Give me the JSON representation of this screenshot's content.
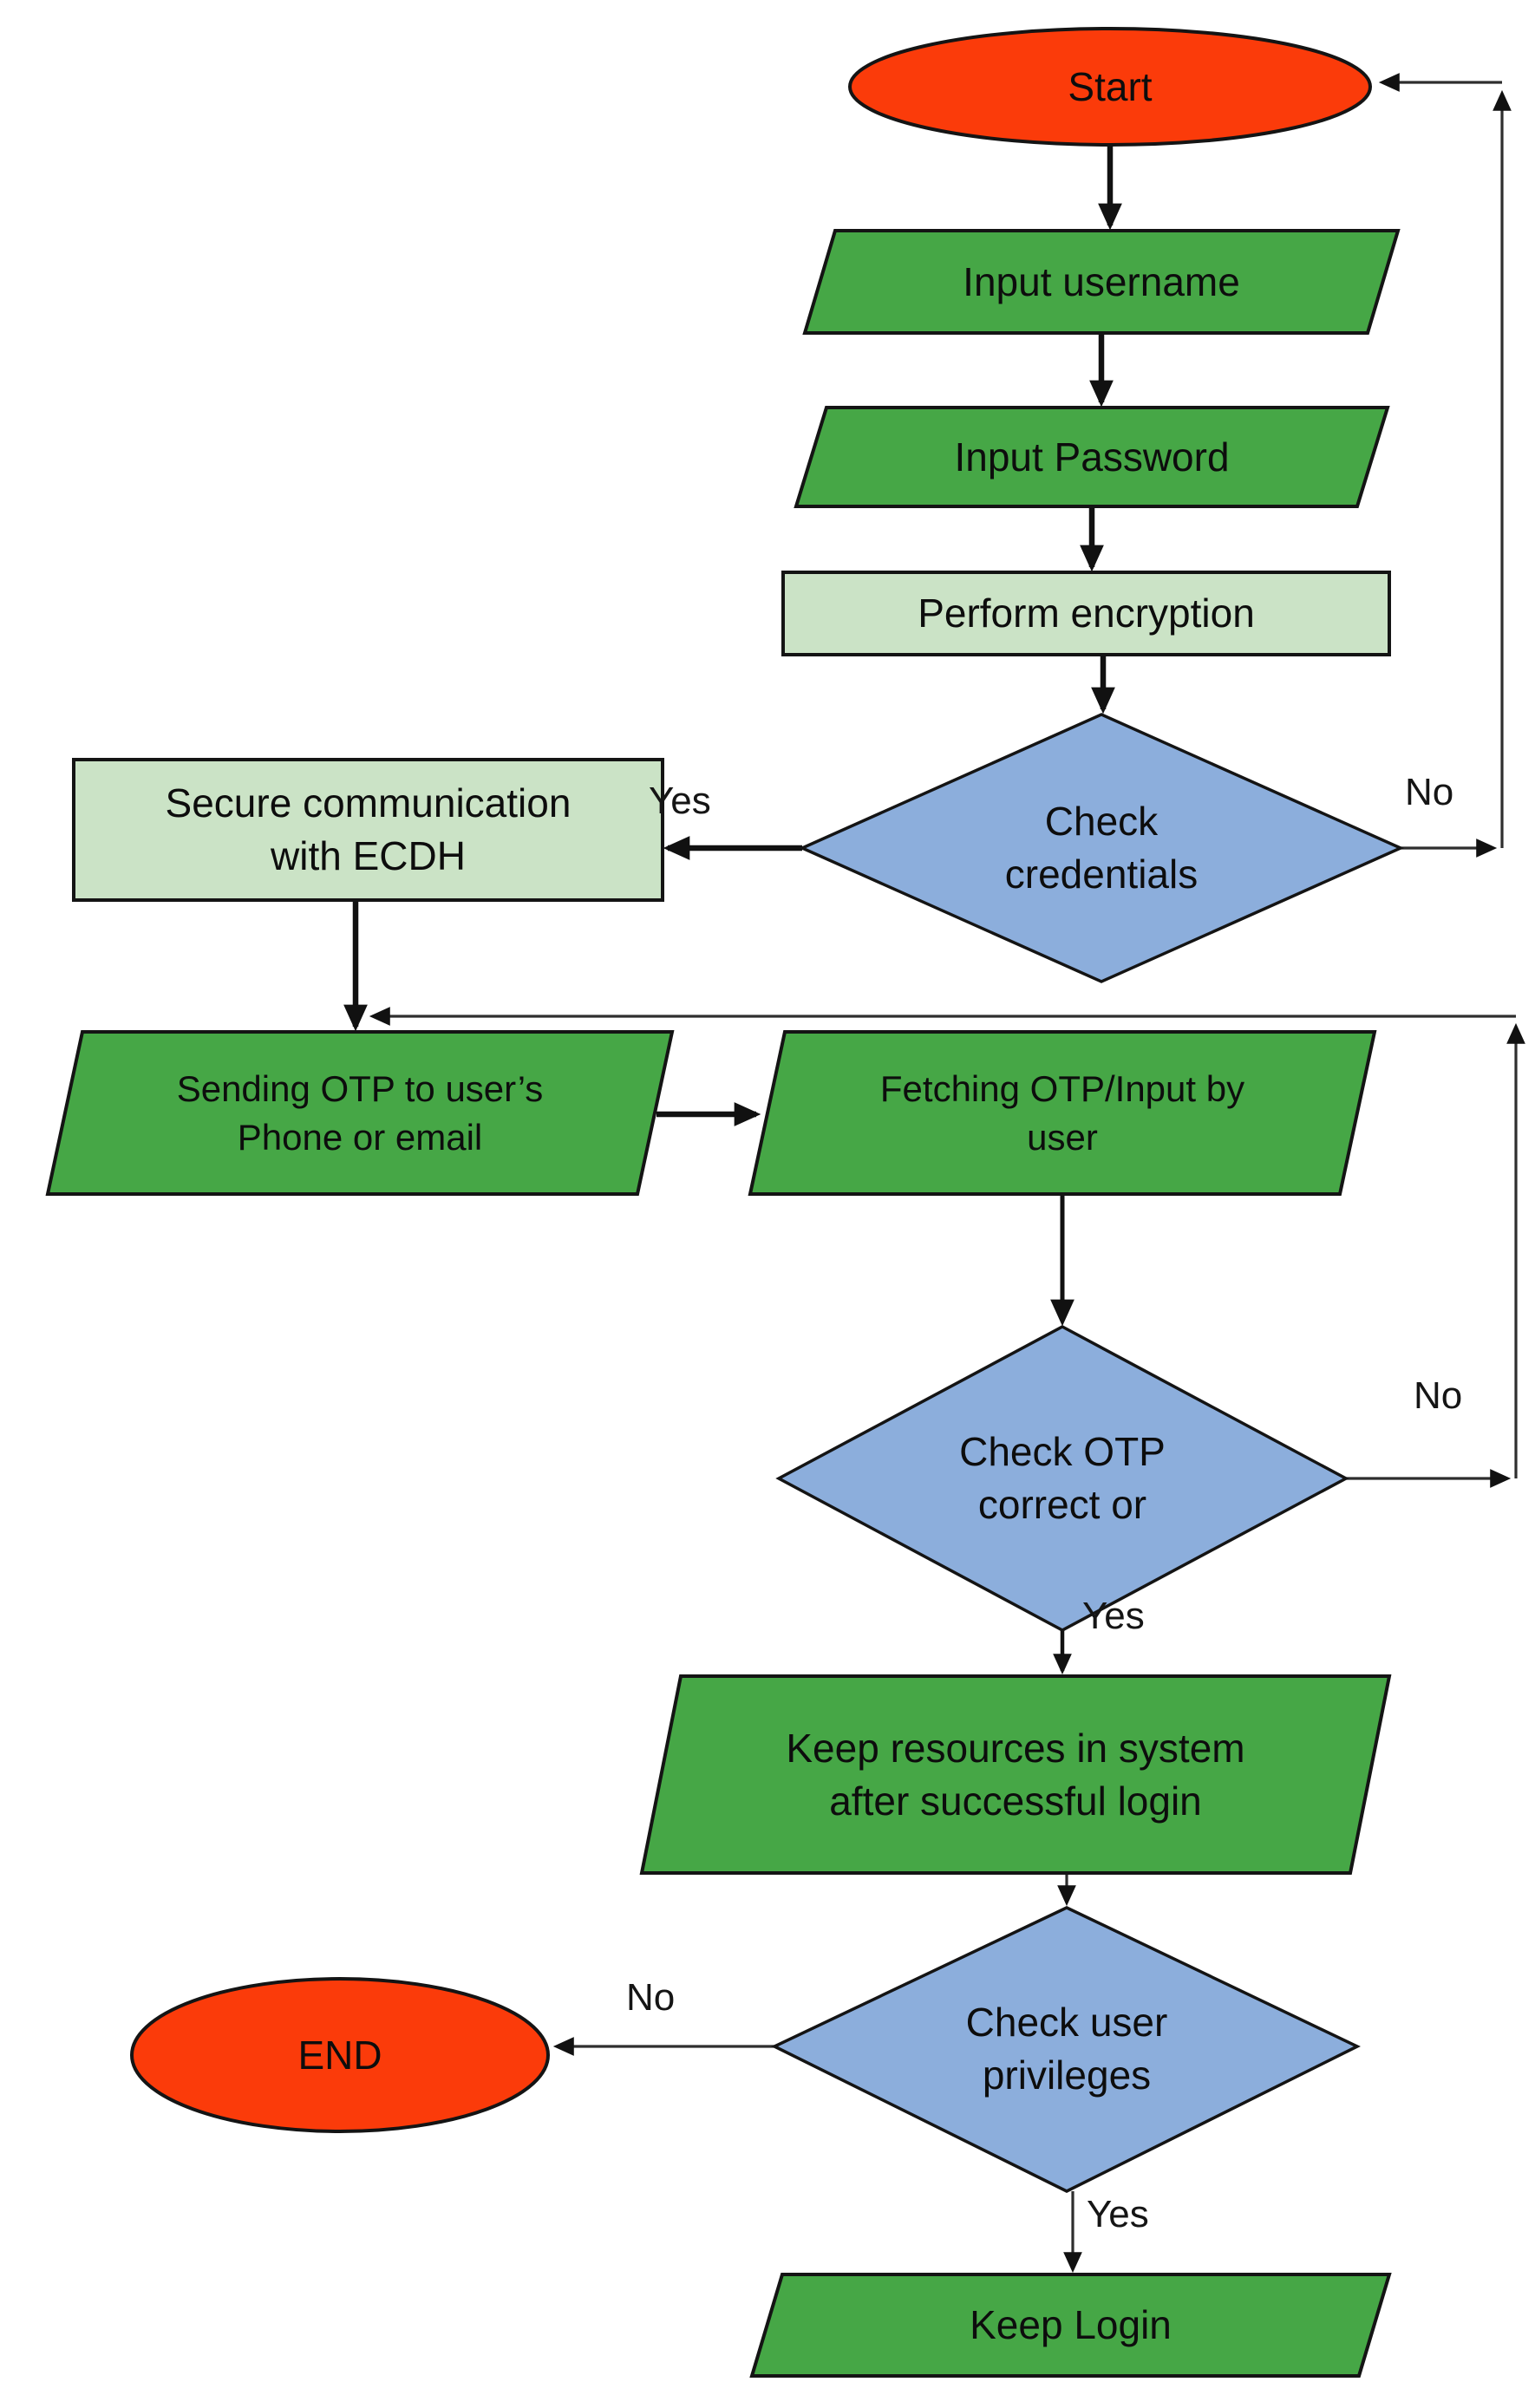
{
  "colors": {
    "terminator_fill": "#FB3B0A",
    "io_fill": "#46A746",
    "process_fill": "#CBE3C6",
    "decision_fill": "#8CAEDC",
    "connector": "#111111"
  },
  "nodes": {
    "start": {
      "label": "Start",
      "type": "terminator"
    },
    "input_username": {
      "label": "Input username",
      "type": "input"
    },
    "input_password": {
      "label": "Input Password",
      "type": "input"
    },
    "perform_encryption": {
      "label": "Perform encryption",
      "type": "process"
    },
    "check_credentials": {
      "label": "Check\ncredentials",
      "type": "decision"
    },
    "secure_ecdh": {
      "label": "Secure communication\nwith ECDH",
      "type": "process"
    },
    "sending_otp": {
      "label": "Sending OTP to user’s\nPhone or email",
      "type": "input"
    },
    "fetching_otp": {
      "label": "Fetching OTP/Input by\nuser",
      "type": "input"
    },
    "check_otp": {
      "label": "Check OTP\ncorrect or",
      "type": "decision"
    },
    "keep_resources": {
      "label": "Keep resources in system\nafter successful login",
      "type": "input"
    },
    "check_privileges": {
      "label": "Check user\nprivileges",
      "type": "decision"
    },
    "end": {
      "label": "END",
      "type": "terminator"
    },
    "keep_login": {
      "label": "Keep Login",
      "type": "input"
    }
  },
  "edge_labels": {
    "credentials_yes": "Yes",
    "credentials_no": "No",
    "otp_yes": "Yes",
    "otp_no": "No",
    "privileges_yes": "Yes",
    "privileges_no": "No"
  }
}
